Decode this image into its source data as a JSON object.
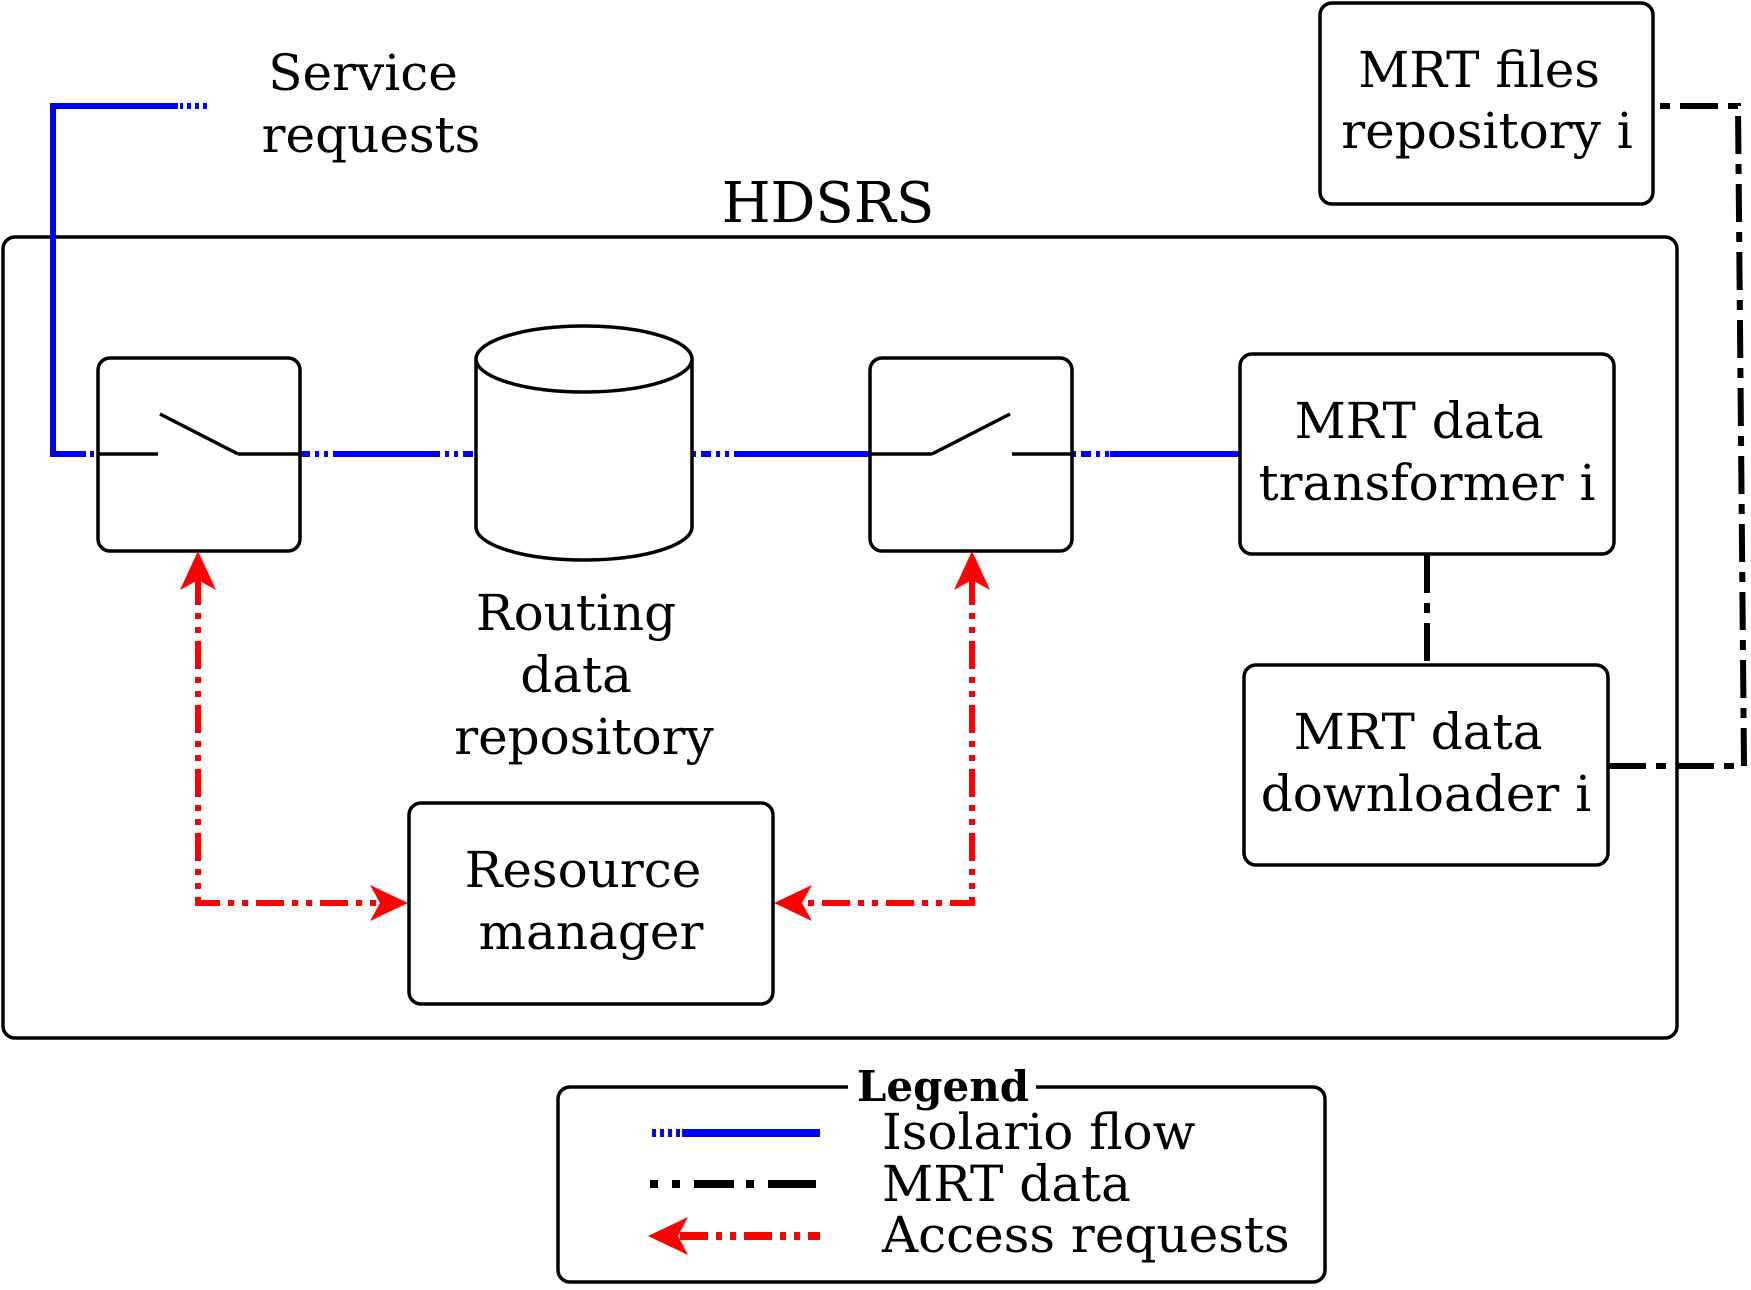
{
  "service_requests": [
    "Service",
    "requests"
  ],
  "system_title": "HDSRS",
  "mrt_files_repository": [
    "MRT files",
    "repository i"
  ],
  "routing_data_repository": [
    "Routing",
    "data",
    "repository"
  ],
  "mrt_data_transformer": [
    "MRT data",
    "transformer i"
  ],
  "mrt_data_downloader": [
    "MRT data",
    "downloader i"
  ],
  "resource_manager": [
    "Resource",
    "manager"
  ],
  "legend": {
    "title": "Legend",
    "items": [
      "Isolario flow",
      "MRT data",
      "Access requests"
    ]
  },
  "colors": {
    "isolario_flow": "#0000ff",
    "mrt_data": "#000000",
    "access_requests": "#ff0000"
  }
}
